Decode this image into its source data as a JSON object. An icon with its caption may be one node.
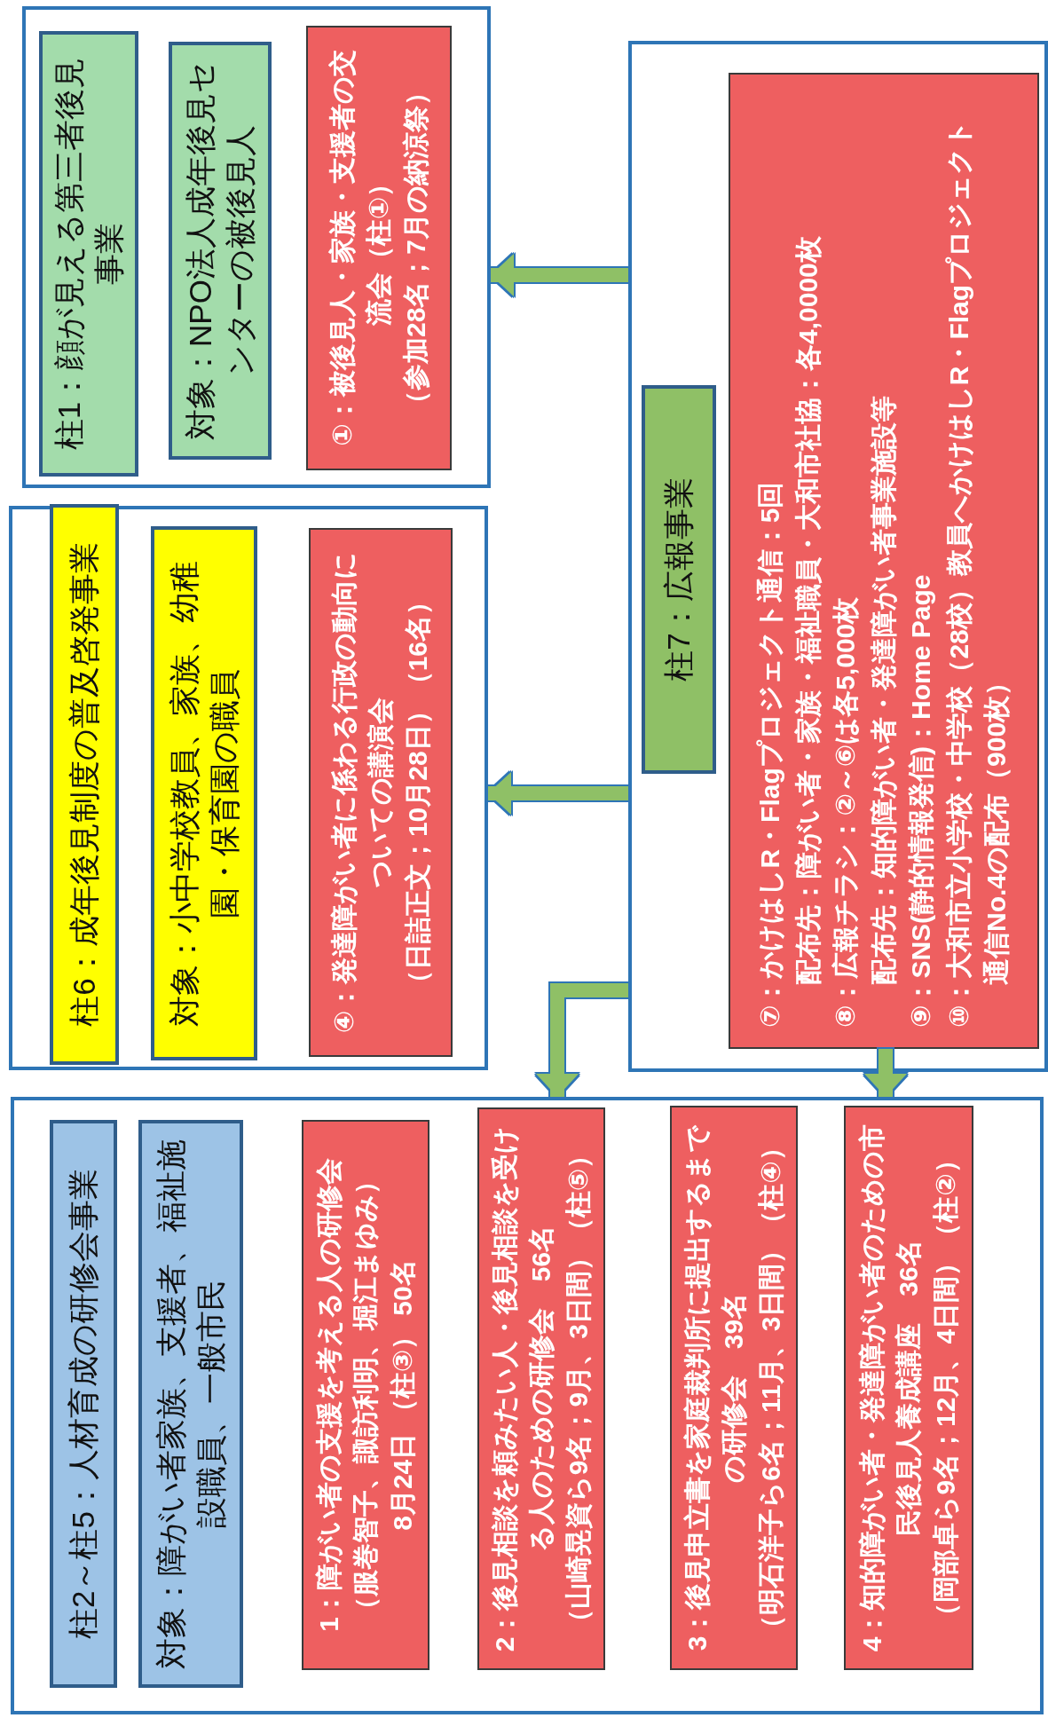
{
  "diagram": {
    "nodes": [
      {
        "text": [],
        "shape": "box"
      },
      {
        "text": [
          "柱2～柱5：人材育成の研修会事業"
        ],
        "in": 0
      },
      {
        "text": [
          "対象：障がい者家族、支援者、福祉施設職員、一般市民"
        ],
        "in": 0
      },
      {
        "text": [
          "1：障がい者の支援を考える人の研修会",
          "（服巻智子、諏訪利明、堀江まゆみ）",
          "8月24日 （柱③） 50名"
        ],
        "in": 0
      },
      {
        "text": [
          "2：後見相談を頼みたい人・後見相談を受ける人のための研修会　56名",
          "（山崎晃資ら9名；9月、3日間）（柱⑤）"
        ],
        "in": 0
      },
      {
        "text": [
          "3：後見申立書を家庭裁判所に提出するまでの研修会　39名",
          "（明石洋子ら6名；11月、3日間）（柱④）"
        ],
        "in": 0
      },
      {
        "text": [
          "4：知的障がい者・発達障がい者のための市民後見人養成講座　36名",
          "（岡部卓ら9名；12月、4日間）（柱②）"
        ],
        "in": 0
      },
      {
        "text": [],
        "shape": "box"
      },
      {
        "text": [
          "柱6：成年後見制度の普及啓発事業"
        ],
        "in": 7
      },
      {
        "text": [
          "対象：小中学校教員、家族、幼稚園・保育園の職員"
        ],
        "in": 7
      },
      {
        "text": [
          "④：発達障がい者に係わる行政の動向についての講演会",
          "（日詰正文；10月28日）（16名）"
        ],
        "in": 7
      },
      {
        "text": [],
        "shape": "box"
      },
      {
        "text": [
          "柱1：顔が見える第三者後見事業"
        ],
        "in": 11
      },
      {
        "text": [
          "対象：NPO法人成年後見センターの被後見人"
        ],
        "in": 11
      },
      {
        "text": [
          "①：被後見人・家族・支援者の交流会（柱①）",
          "（参加28名；7月の納涼祭）"
        ],
        "in": 11
      },
      {
        "text": [],
        "shape": "box"
      },
      {
        "text": [
          "柱7：広報事業"
        ],
        "in": 15
      },
      {
        "text": [
          "⑦：かけはしR・Flagプロジェクト通信：5回",
          "配布先：障がい者・家族・福祉職員・大和市社協：各4,0000枚",
          "⑧：広報チラシ：②～⑥は各5,000枚",
          "配布先：知的障がい者・発達障がい者事業施設等",
          "⑨：SNS(静的情報発信)：Home Page",
          "⑩：大和市立小学校・中学校（28校）教員へかけはしR・Flagプロジェクト通信No.4の配布（900枚）"
        ],
        "in": 15
      }
    ],
    "edges": [
      {
        "from": 15,
        "to": 11,
        "arrow": "to"
      },
      {
        "from": 15,
        "to": 7,
        "arrow": "to"
      },
      {
        "from": 15,
        "to": 0,
        "arrow": "to"
      },
      {
        "from": 17,
        "to": 0,
        "arrow": "to"
      }
    ]
  }
}
